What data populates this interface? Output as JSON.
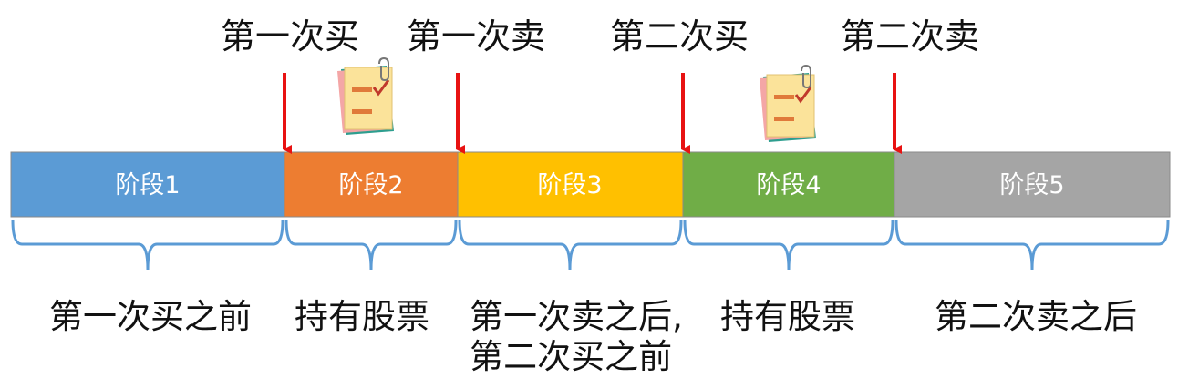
{
  "events": [
    {
      "label": "第一次买"
    },
    {
      "label": "第一次卖"
    },
    {
      "label": "第二次买"
    },
    {
      "label": "第二次卖"
    }
  ],
  "stages": [
    {
      "label": "阶段1",
      "color": "#5B9BD5",
      "description": "第一次买之前"
    },
    {
      "label": "阶段2",
      "color": "#ED7D31",
      "description": "持有股票"
    },
    {
      "label": "阶段3",
      "color": "#FFC000",
      "description": "第一次卖之后,\n第二次买之前"
    },
    {
      "label": "阶段4",
      "color": "#70AD47",
      "description": "持有股票"
    },
    {
      "label": "阶段5",
      "color": "#A5A5A5",
      "description": "第二次卖之后"
    }
  ],
  "colors": {
    "arrow": "#E81212",
    "brace": "#5B9BD5",
    "border": "#8a8a8a"
  },
  "icons": [
    "notepad-checklist-icon",
    "notepad-checklist-icon"
  ]
}
